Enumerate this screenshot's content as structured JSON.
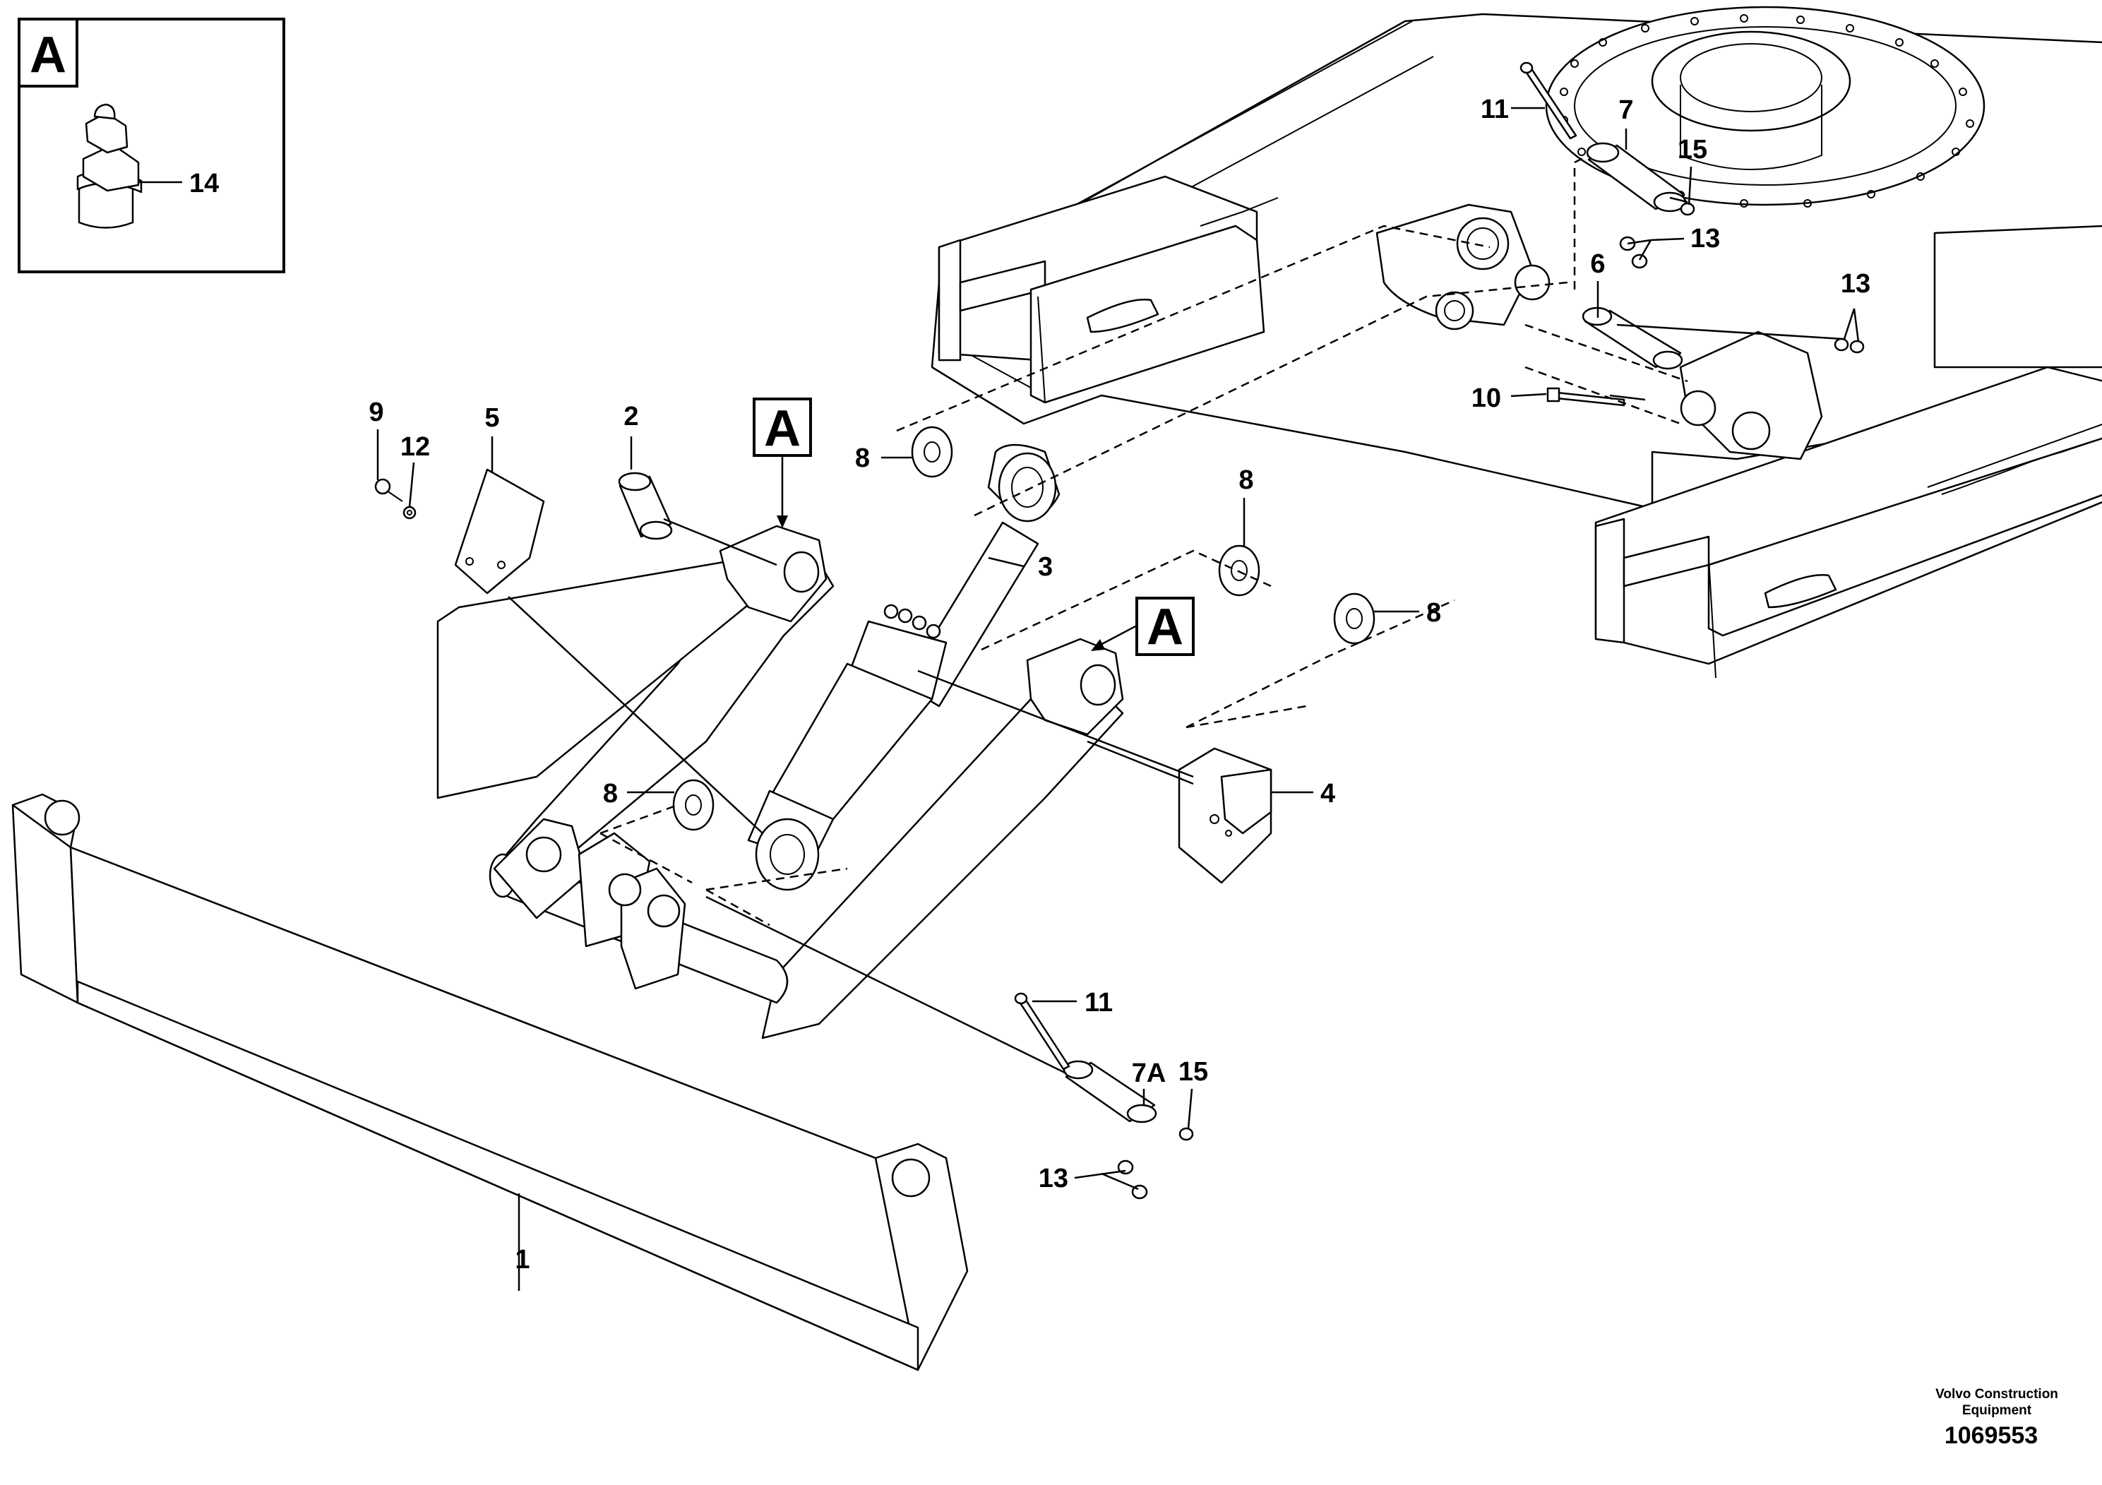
{
  "detail_view": {
    "label": "A",
    "part_number": "14"
  },
  "reference_markers": [
    "A",
    "A"
  ],
  "callouts": {
    "c1": "1",
    "c2": "2",
    "c3": "3",
    "c4": "4",
    "c5": "5",
    "c6": "6",
    "c7": "7",
    "c7a": "7A",
    "c8a": "8",
    "c8b": "8",
    "c8c": "8",
    "c8d": "8",
    "c9": "9",
    "c10": "10",
    "c11a": "11",
    "c11b": "11",
    "c12": "12",
    "c13a": "13",
    "c13b": "13",
    "c13c": "13",
    "c15a": "15",
    "c15b": "15"
  },
  "footer": {
    "company_line1": "Volvo Construction",
    "company_line2": "Equipment",
    "doc_number": "1069553"
  }
}
